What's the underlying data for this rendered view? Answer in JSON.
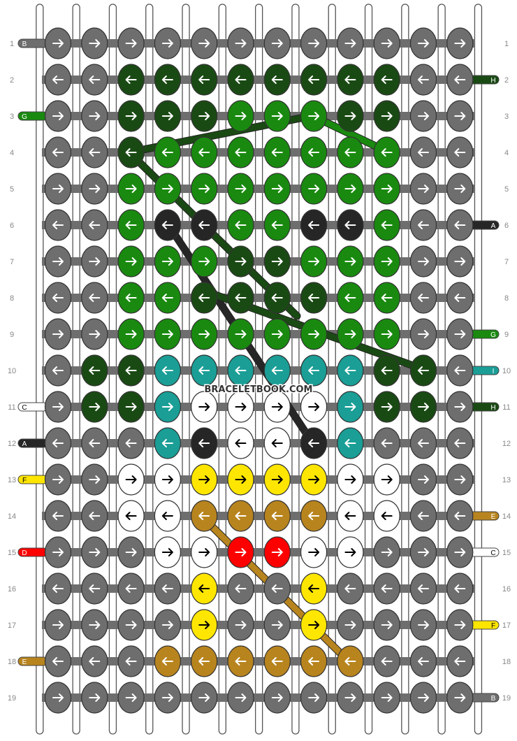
{
  "watermark": "BRACELETBOOK.COM",
  "colors": {
    "B": "#6e6e6e",
    "H": "#1a4a14",
    "G": "#198a0f",
    "A": "#262626",
    "I": "#1a9e96",
    "C": "#ffffff",
    "F": "#ffe600",
    "E": "#b8841e",
    "D": "#ff0000"
  },
  "strings_top_count": 12,
  "row_labels": [
    "1",
    "2",
    "3",
    "4",
    "5",
    "6",
    "7",
    "8",
    "9",
    "10",
    "11",
    "12",
    "13",
    "14",
    "15",
    "16",
    "17",
    "18",
    "19"
  ],
  "left_tags": [
    {
      "row": 1,
      "letter": "B",
      "color": "B"
    },
    {
      "row": 3,
      "letter": "G",
      "color": "G"
    },
    {
      "row": 11,
      "letter": "C",
      "color": "C"
    },
    {
      "row": 12,
      "letter": "A",
      "color": "A"
    },
    {
      "row": 13,
      "letter": "F",
      "color": "F"
    },
    {
      "row": 15,
      "letter": "D",
      "color": "D"
    },
    {
      "row": 18,
      "letter": "E",
      "color": "E"
    }
  ],
  "right_tags": [
    {
      "row": 2,
      "letter": "H",
      "color": "H"
    },
    {
      "row": 6,
      "letter": "A",
      "color": "A"
    },
    {
      "row": 9,
      "letter": "G",
      "color": "G"
    },
    {
      "row": 10,
      "letter": "I",
      "color": "I"
    },
    {
      "row": 11,
      "letter": "H",
      "color": "H"
    },
    {
      "row": 14,
      "letter": "E",
      "color": "E"
    },
    {
      "row": 15,
      "letter": "C",
      "color": "C"
    },
    {
      "row": 17,
      "letter": "F",
      "color": "F"
    },
    {
      "row": 19,
      "letter": "B",
      "color": "B"
    }
  ],
  "knot_colors": [
    "BBBBBBBBBBBB",
    "BBHHHHHHHHBB",
    "BBHHHGGGHHBB",
    "BBHGGGGGGGBB",
    "BBGGGGGGGGBB",
    "BBGAAGGAAGBB",
    "BBGGGHHGGGBB",
    "BBGGHHHHGGBB",
    "BBGGGGGGGGBB",
    "BHHIIIIIIHHB",
    "BHHICCCCIHHB",
    "BBBIACCAIBBB",
    "BBCCFFFFCCBB",
    "BBCCEEEECCBB",
    "BBBCCDDCCBBB",
    "BBBBFBBFBBBB",
    "BBBBFBBFBBBB",
    "BBBEEEEEEBBB",
    "BBBBBBBBBBBB"
  ],
  "knot_directions": [
    "RRRRRRRRRRRR",
    "LLLLLLLLLLLL",
    "RRRRRRRRRRRR",
    "LLLLLLLLLLLL",
    "RRRRRRRRRRRR",
    "LLLLLLLLLLLL",
    "RRRRRRRRRRRR",
    "LLLLLLLLLLLL",
    "RRRRRRRRRRRR",
    "LLLLLLLLLLLL",
    "RRRRRRRRRRRR",
    "LLLLLLLLLLLL",
    "RRRRRRRRRRRR",
    "LLLLLLLLLLLL",
    "RRRRRRRRRRRR",
    "LLLLLLLLLLLL",
    "RRRRRRRRRRRR",
    "LLLLLLLLLLLL",
    "RRRRRRRRRRRR"
  ]
}
